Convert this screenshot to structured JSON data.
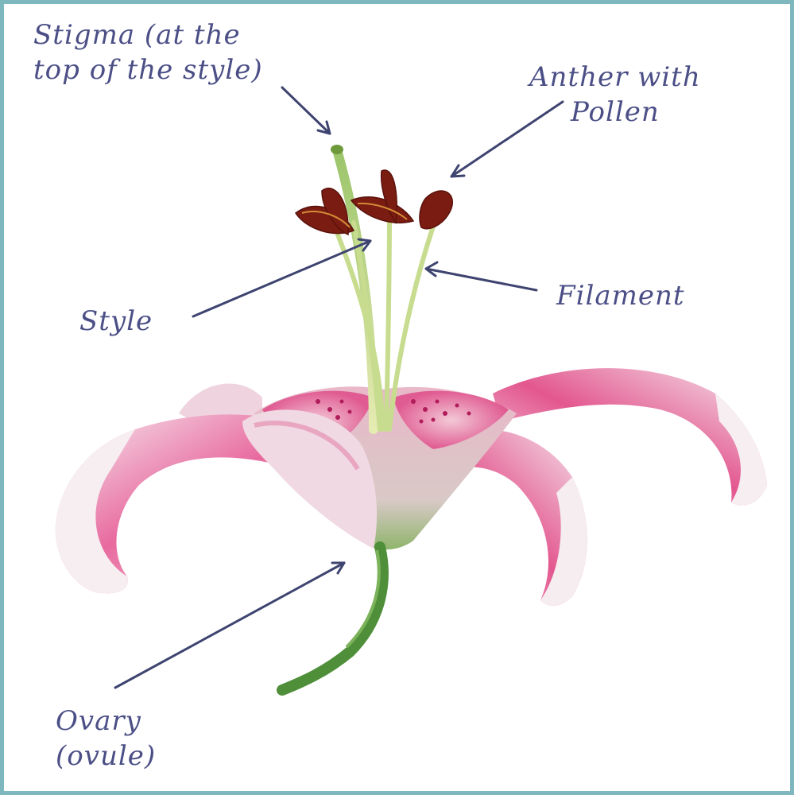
{
  "diagram": {
    "labels": {
      "stigma": [
        "Stigma (at the",
        "top of  the style)"
      ],
      "anther": [
        "Anther with",
        "Pollen"
      ],
      "filament": "Filament",
      "style": "Style",
      "ovary": [
        "Ovary",
        "(ovule)"
      ]
    },
    "colors": {
      "frame": "#7fb7bf",
      "label_text": "#4b4f86",
      "arrow": "#3e4470",
      "petal_pink": "#e0578f",
      "petal_white": "#f8f1f3",
      "stem_green": "#4f8f3a",
      "anther_red": "#7a1c12"
    }
  }
}
